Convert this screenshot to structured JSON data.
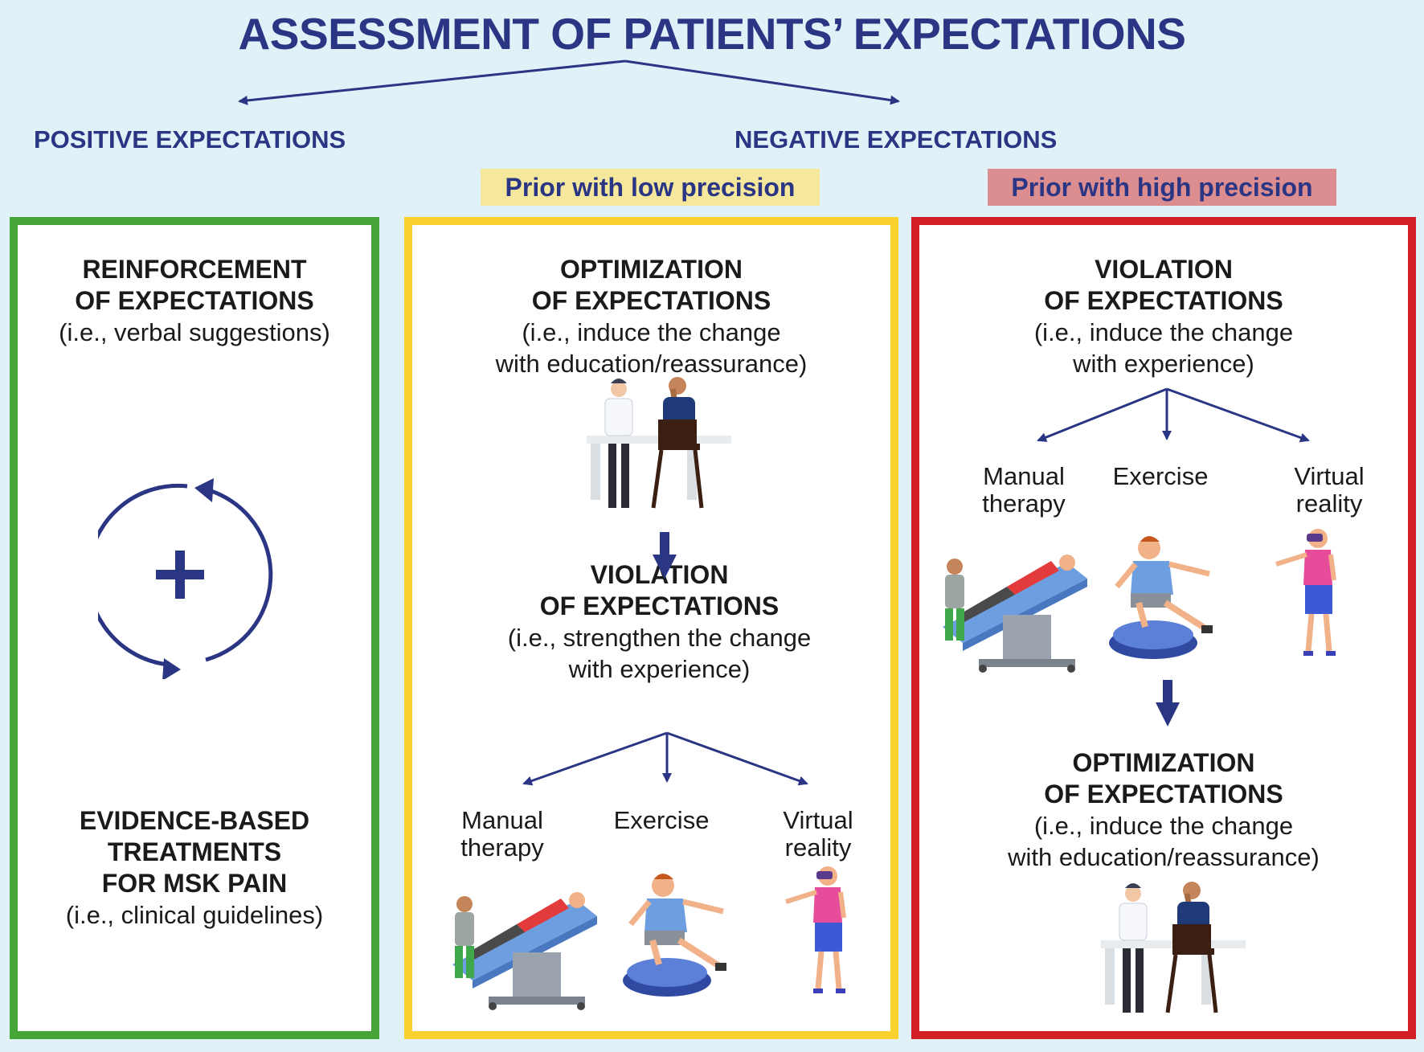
{
  "title": "ASSESSMENT OF PATIENTS’ EXPECTATIONS",
  "branches": {
    "positive": "POSITIVE EXPECTATIONS",
    "negative": "NEGATIVE EXPECTATIONS"
  },
  "tags": {
    "low": "Prior with low precision",
    "high": "Prior with high precision"
  },
  "colors": {
    "navy": "#2a3584",
    "green": "#45a536",
    "yellow": "#fad22f",
    "red": "#d21f26",
    "tag_low_bg": "#f5e79c",
    "tag_high_bg": "#dc8d90",
    "background": "#e1f1f8"
  },
  "panels": {
    "green": {
      "top_heading": [
        "REINFORCEMENT",
        "OF EXPECTATIONS"
      ],
      "top_sub": "(i.e., verbal suggestions)",
      "cycle_icon": "plus-cycle-icon",
      "bottom_heading": [
        "EVIDENCE-BASED",
        "TREATMENTS",
        "FOR MSK PAIN"
      ],
      "bottom_sub": "(i.e., clinical guidelines)"
    },
    "yellow": {
      "top_heading": [
        "OPTIMIZATION",
        "OF EXPECTATIONS"
      ],
      "top_sub": [
        "(i.e., induce the change",
        "with education/reassurance)"
      ],
      "mid_heading": [
        "VIOLATION",
        "OF EXPECTATIONS"
      ],
      "mid_sub": [
        "(i.e., strengthen the change",
        "with experience)"
      ],
      "options": [
        [
          "Manual",
          "therapy"
        ],
        [
          "Exercise"
        ],
        [
          "Virtual",
          "reality"
        ]
      ]
    },
    "red": {
      "top_heading": [
        "VIOLATION",
        "OF EXPECTATIONS"
      ],
      "top_sub": [
        "(i.e., induce the change",
        "with experience)"
      ],
      "options": [
        [
          "Manual",
          "therapy"
        ],
        [
          "Exercise"
        ],
        [
          "Virtual",
          "reality"
        ]
      ],
      "bottom_heading": [
        "OPTIMIZATION",
        "OF EXPECTATIONS"
      ],
      "bottom_sub": [
        "(i.e., induce the change",
        "with education/reassurance)"
      ]
    }
  },
  "illustrations": {
    "consultation": "doctor-patient-consultation-illustration",
    "manual_therapy": "manual-therapy-table-illustration",
    "exercise": "balance-ball-exercise-illustration",
    "virtual_reality": "vr-headset-person-illustration"
  }
}
